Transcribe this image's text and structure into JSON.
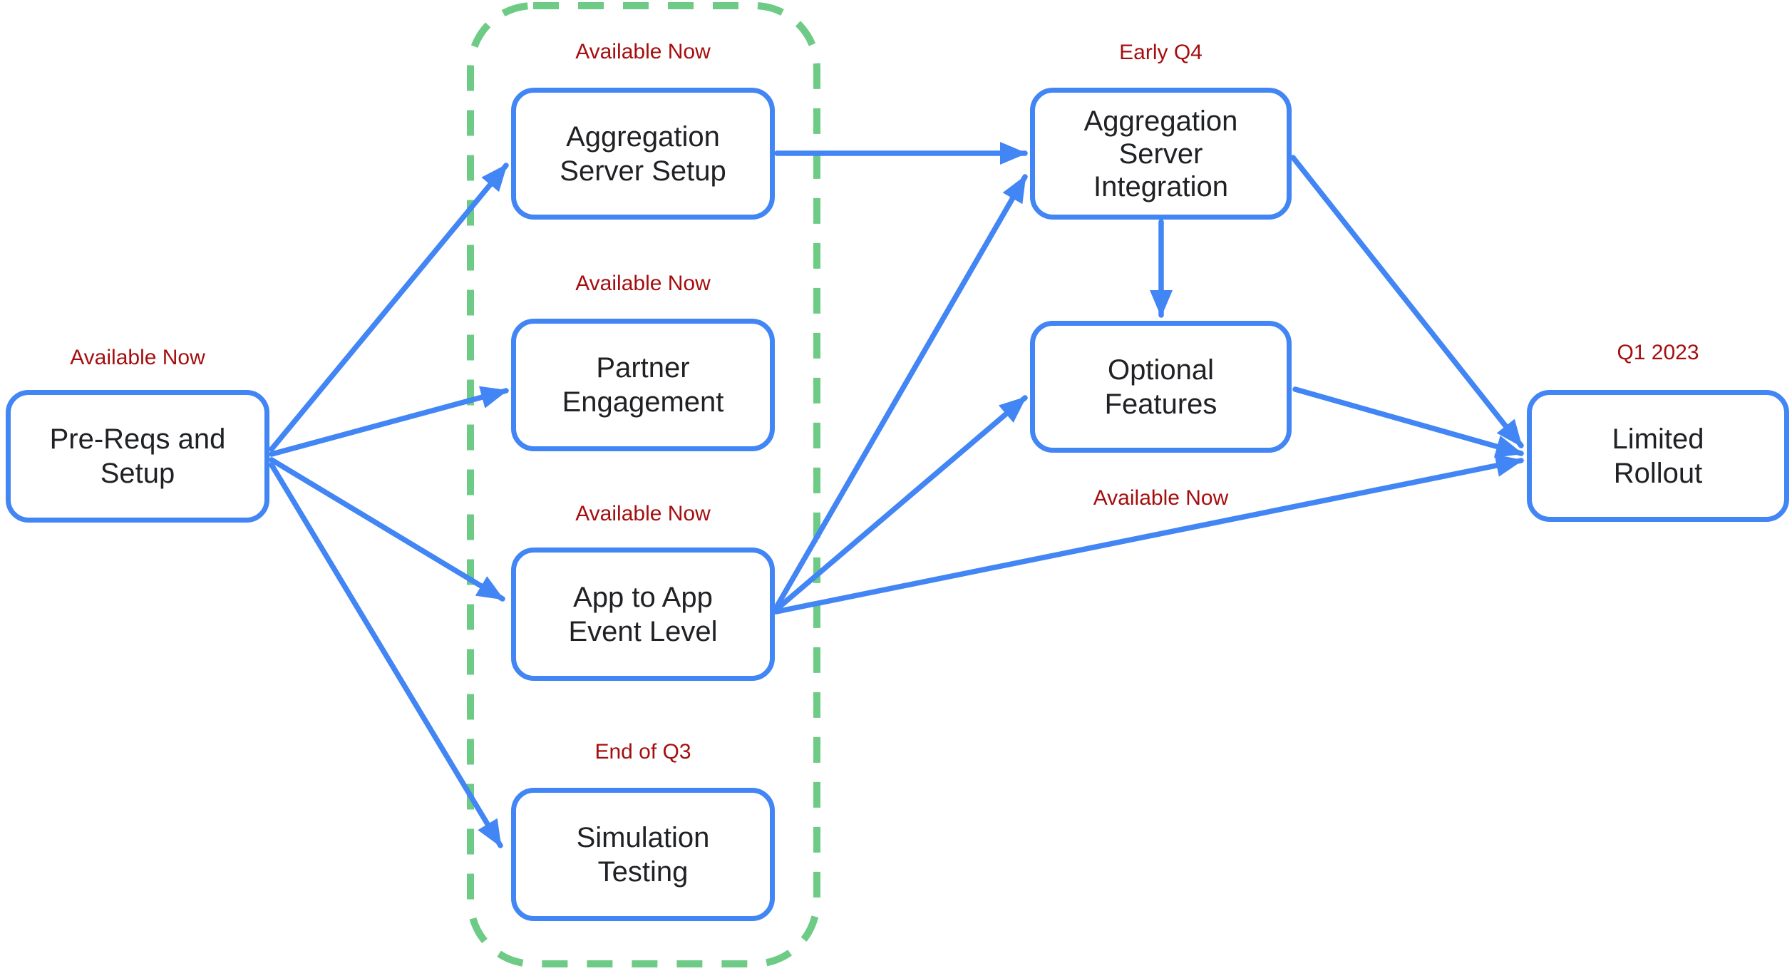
{
  "diagram": {
    "title_note": "",
    "colors": {
      "node_border": "#4285F4",
      "arrow": "#4285F4",
      "node_text": "#202124",
      "status_text": "#A50E0E",
      "group_outline": "#6DCB85",
      "background": "#FFFFFF"
    },
    "group": {
      "name": "available-now-group",
      "style": "dashed-rounded-rectangle",
      "contains": [
        "aggregation-server-setup",
        "partner-engagement",
        "app-to-app-event-level",
        "simulation-testing"
      ]
    },
    "nodes": [
      {
        "id": "pre-reqs-and-setup",
        "label": "Pre-Reqs and\nSetup",
        "status": "Available Now",
        "status_position": "above"
      },
      {
        "id": "aggregation-server-setup",
        "label": "Aggregation\nServer Setup",
        "status": "Available Now",
        "status_position": "above"
      },
      {
        "id": "partner-engagement",
        "label": "Partner\nEngagement",
        "status": "Available Now",
        "status_position": "above"
      },
      {
        "id": "app-to-app-event-level",
        "label": "App to App\nEvent Level",
        "status": "Available Now",
        "status_position": "above"
      },
      {
        "id": "simulation-testing",
        "label": "Simulation\nTesting",
        "status": "End of Q3",
        "status_position": "above"
      },
      {
        "id": "aggregation-server-integration",
        "label": "Aggregation\nServer\nIntegration",
        "status": "Early Q4",
        "status_position": "above"
      },
      {
        "id": "optional-features",
        "label": "Optional\nFeatures",
        "status": "Available Now",
        "status_position": "below"
      },
      {
        "id": "limited-rollout",
        "label": "Limited\nRollout",
        "status": "Q1 2023",
        "status_position": "above"
      }
    ],
    "edges": [
      {
        "from": "pre-reqs-and-setup",
        "to": "aggregation-server-setup"
      },
      {
        "from": "pre-reqs-and-setup",
        "to": "partner-engagement"
      },
      {
        "from": "pre-reqs-and-setup",
        "to": "app-to-app-event-level"
      },
      {
        "from": "pre-reqs-and-setup",
        "to": "simulation-testing"
      },
      {
        "from": "aggregation-server-setup",
        "to": "aggregation-server-integration"
      },
      {
        "from": "app-to-app-event-level",
        "to": "aggregation-server-integration"
      },
      {
        "from": "app-to-app-event-level",
        "to": "optional-features"
      },
      {
        "from": "app-to-app-event-level",
        "to": "limited-rollout"
      },
      {
        "from": "aggregation-server-integration",
        "to": "optional-features"
      },
      {
        "from": "aggregation-server-integration",
        "to": "limited-rollout"
      },
      {
        "from": "optional-features",
        "to": "limited-rollout"
      }
    ]
  }
}
